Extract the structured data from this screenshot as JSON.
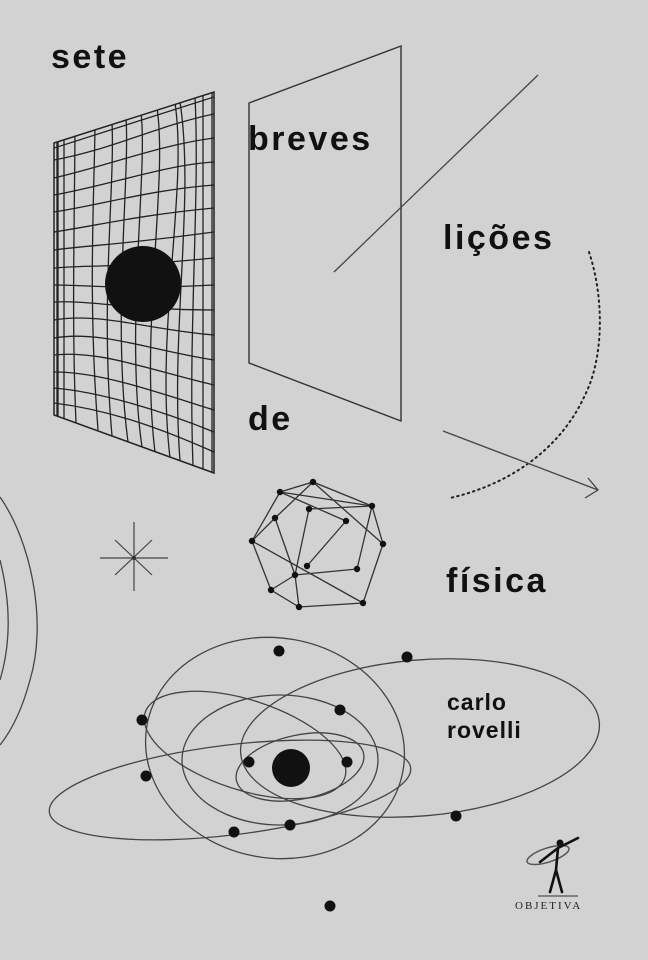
{
  "cover": {
    "background": "#d2d2d2",
    "ink": "#111111",
    "title_words": [
      "sete",
      "breves",
      "lições",
      "de",
      "física"
    ],
    "author_lines": [
      "carlo",
      "rovelli"
    ],
    "publisher": "OBJETIVA"
  },
  "illustrations": [
    {
      "name": "warped-spacetime-grid",
      "description": "perspective grid distorted by a black sphere"
    },
    {
      "name": "perspective-plane",
      "description": "thin outlined parallelogram"
    },
    {
      "name": "diagonal-line",
      "description": "line crossing the plane"
    },
    {
      "name": "dotted-arc-trajectory",
      "description": "dotted curved path crossed by arrow line"
    },
    {
      "name": "star-sparkle",
      "description": "eight-pointed thin star"
    },
    {
      "name": "polyhedron-graph",
      "description": "network of nodes and edges forming a polyhedron"
    },
    {
      "name": "concentric-arcs",
      "description": "partial circles at left edge"
    },
    {
      "name": "atom-orbits",
      "description": "nucleus with elliptical orbits and electrons"
    }
  ]
}
